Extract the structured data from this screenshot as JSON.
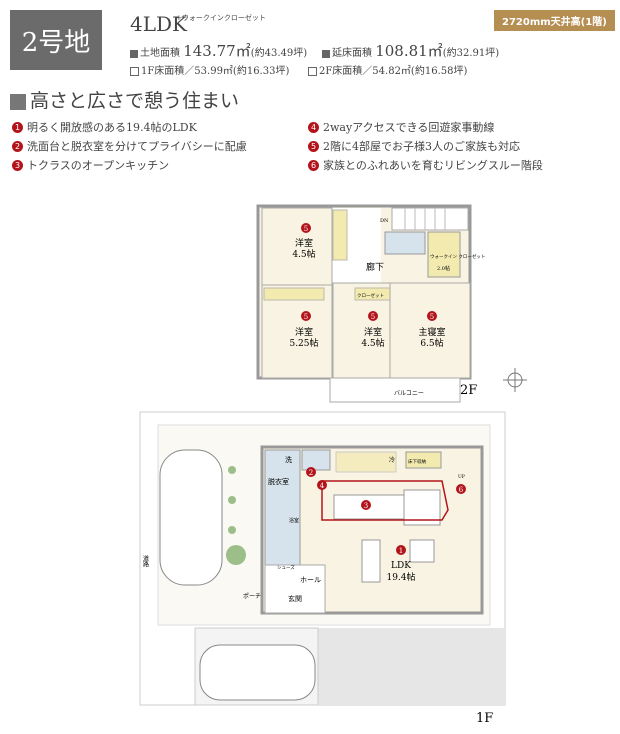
{
  "header": {
    "lot": "2号地",
    "layout": "4LDK",
    "layout_suffix": "+ウォークインクローゼット",
    "ceiling_badge": "2720mm天井高(1階)",
    "land_area_label": "土地面積",
    "land_area_value": "143.77㎡",
    "land_area_tsubo": "(約43.49坪)",
    "floor_area_label": "延床面積",
    "floor_area_value": "108.81㎡",
    "floor_area_tsubo": "(約32.91坪)",
    "floor1": "1F床面積／53.99㎡(約16.33坪)",
    "floor2": "2F床面積／54.82㎡(約16.58坪)"
  },
  "headline": "高さと広さで憩う住まい",
  "features": [
    {
      "num": "1",
      "text": "明るく開放感のある19.4帖のLDK"
    },
    {
      "num": "2",
      "text": "洗面台と脱衣室を分けてプライバシーに配慮"
    },
    {
      "num": "3",
      "text": "トクラスのオープンキッチン"
    },
    {
      "num": "4",
      "text": "2wayアクセスできる回遊家事動線"
    },
    {
      "num": "5",
      "text": "2階に4部屋でお子様3人のご家族も対応"
    },
    {
      "num": "6",
      "text": "家族とのふれあいを育むリビングスルー階段"
    }
  ],
  "plan2f": {
    "floor": "2F",
    "rooms": [
      {
        "name": "洋室",
        "size": "4.5帖",
        "num": "5"
      },
      {
        "name": "洋室",
        "size": "5.25帖",
        "num": "5"
      },
      {
        "name": "洋室",
        "size": "4.5帖",
        "num": "5"
      },
      {
        "name": "主寝室",
        "size": "6.5帖",
        "num": "5"
      }
    ],
    "hall": "廊下",
    "wic": "ウォークイン\nクローゼット",
    "wic_size": "2.0帖",
    "closet": "クローゼット",
    "dn": "DN",
    "balcony": "バルコニー"
  },
  "plan1f": {
    "floor": "1F",
    "road": "道路",
    "ldk": "LDK",
    "ldk_size": "19.4帖",
    "wash": "洗",
    "dressing": "脱衣室",
    "bath": "浴室",
    "fridge": "冷",
    "storage": "床下収納",
    "up": "UP",
    "hall": "ホール",
    "entrance": "玄関",
    "porch": "ポーチ",
    "shoes": "シューズ"
  },
  "colors": {
    "accent_red": "#b3141b",
    "badge_gold": "#b58e52",
    "room_fill": "#f8f3e2",
    "closet_fill": "#f3eab0",
    "wet_fill": "#d6e3ec"
  }
}
